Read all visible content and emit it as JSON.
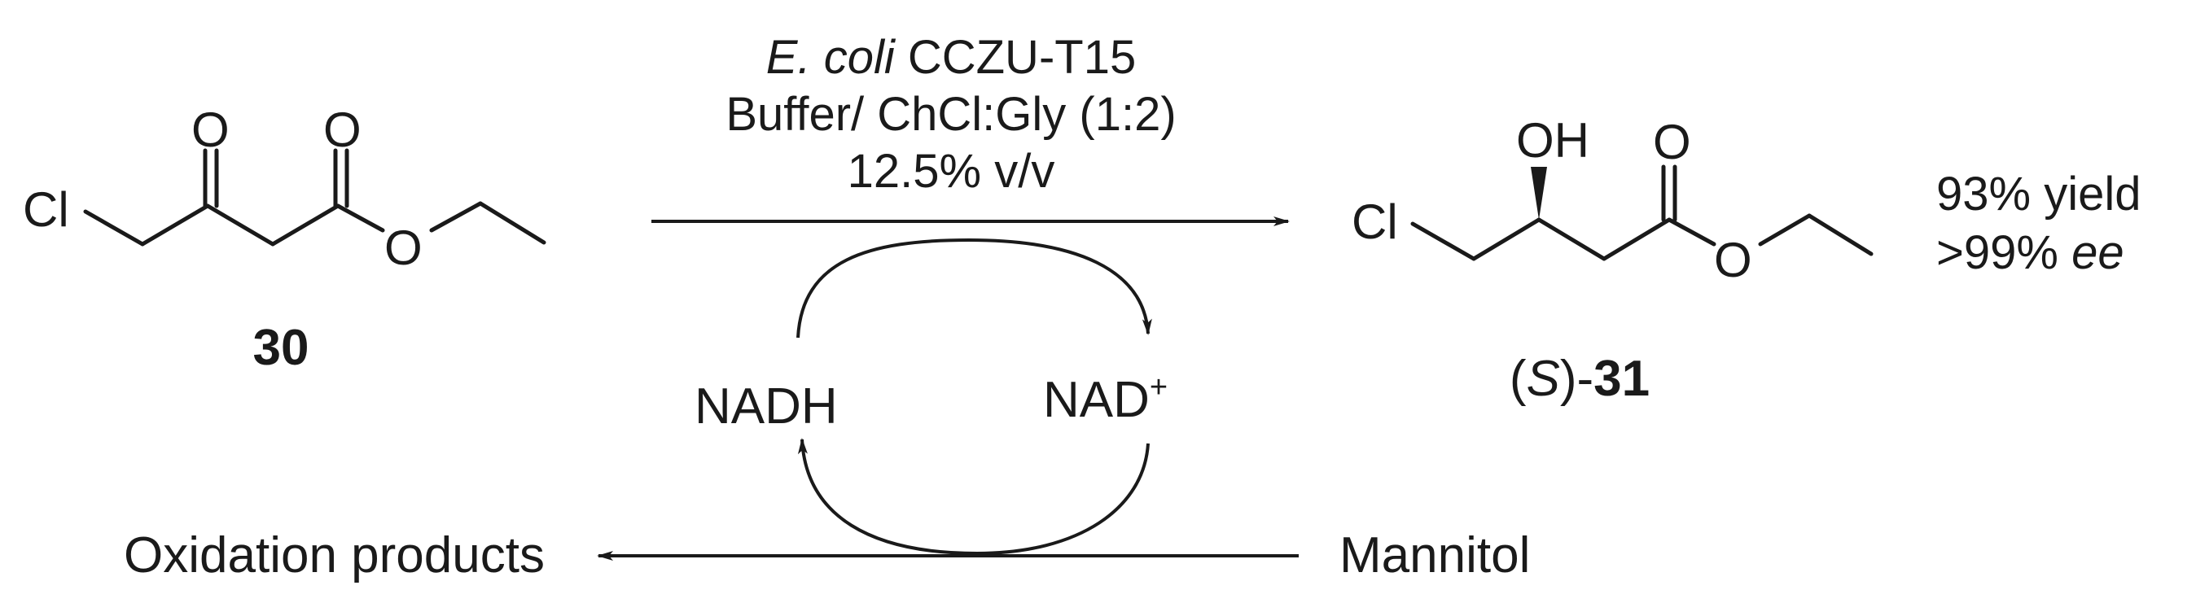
{
  "reactant": {
    "cl": "Cl",
    "o_ketone": "O",
    "o_carbonyl": "O",
    "o_ester": "O",
    "number": "30"
  },
  "product": {
    "cl": "Cl",
    "oh": "OH",
    "o_carbonyl": "O",
    "o_ester": "O",
    "stereo_open": "(",
    "stereo": "S",
    "stereo_close": ")-",
    "number": "31"
  },
  "conditions": {
    "organism_italic": "E. coli",
    "strain": "CCZU-T15",
    "medium": "Buffer/ ChCl:Gly (1:2)",
    "concentration": "12.5% v/v"
  },
  "results": {
    "yield": "93% yield",
    "ee_prefix": ">99% ",
    "ee_italic": "ee"
  },
  "cofactor_cycle": {
    "nadh": "NADH",
    "nad": "NAD",
    "nad_charge": "+"
  },
  "regeneration": {
    "substrate": "Mannitol",
    "products": "Oxidation products"
  }
}
